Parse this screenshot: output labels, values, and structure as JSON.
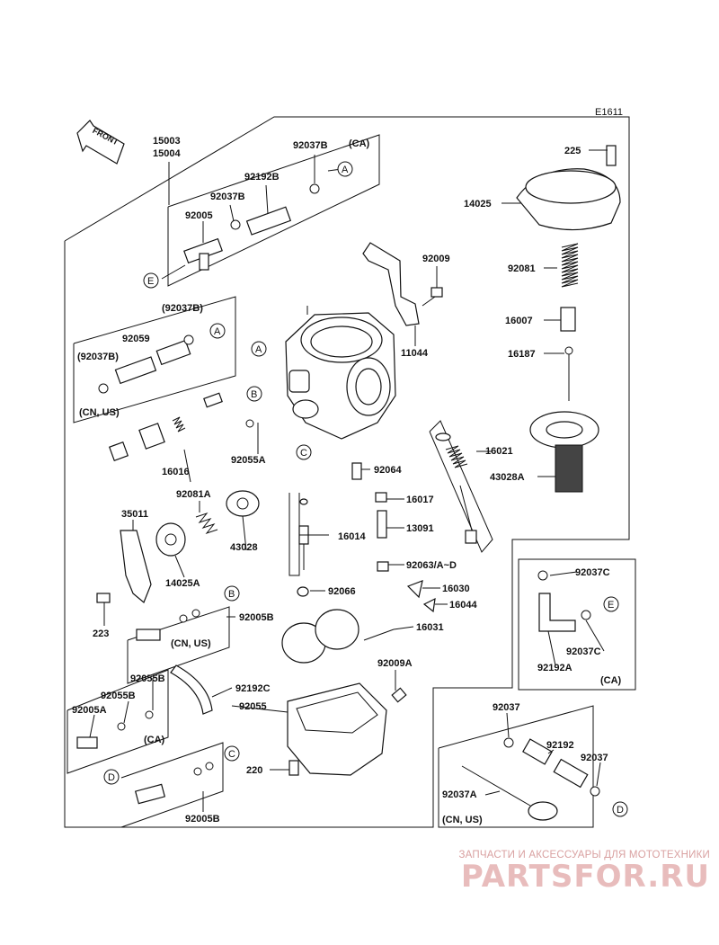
{
  "diagram_code": "E1611",
  "front_label": "FRONT",
  "parts": {
    "p15003": "15003",
    "p15004": "15004",
    "p92037b_1": "92037B",
    "ca_1": "(CA)",
    "p92192b": "92192B",
    "p92037b_2": "92037B",
    "p92005": "92005",
    "p225": "225",
    "p14025": "14025",
    "p92081": "92081",
    "p16007": "16007",
    "p16187": "16187",
    "p43028a": "43028A",
    "p92009": "92009",
    "p11044": "11044",
    "p92037b_3": "(92037B)",
    "p92059": "92059",
    "p92037b_4": "(92037B)",
    "cnus_1": "(CN, US)",
    "p16016": "16016",
    "p92055a": "92055A",
    "p16021": "16021",
    "p92064": "92064",
    "p92081a": "92081A",
    "p16017": "16017",
    "p35011": "35011",
    "p13091": "13091",
    "p43028": "43028",
    "p16014": "16014",
    "p14025a": "14025A",
    "p92063": "92063/A~D",
    "p92066": "92066",
    "p16030": "16030",
    "p16044": "16044",
    "p223": "223",
    "p92005b_1": "92005B",
    "cnus_2": "(CN, US)",
    "p16031": "16031",
    "p92037c_1": "92037C",
    "p92037c_2": "92037C",
    "p92192a": "92192A",
    "ca_2": "(CA)",
    "p92055b_1": "92055B",
    "p92055b_2": "92055B",
    "p92005a": "92005A",
    "ca_3": "(CA)",
    "p92192c": "92192C",
    "p92055": "92055",
    "p92009a": "92009A",
    "p220": "220",
    "p92005b_2": "92005B",
    "p92037_1": "92037",
    "p92192": "92192",
    "p92037_2": "92037",
    "p92037a": "92037A",
    "cnus_3": "(CN, US)"
  },
  "refs": {
    "A": "A",
    "B": "B",
    "C": "C",
    "D": "D",
    "E": "E"
  },
  "watermark": {
    "tagline": "ЗАПЧАСТИ И АКСЕССУАРЫ ДЛЯ МОТОТЕХНИКИ",
    "brand": "PARTSFOR.RU"
  },
  "colors": {
    "line": "#111111",
    "watermark": "#e8bcbc"
  }
}
